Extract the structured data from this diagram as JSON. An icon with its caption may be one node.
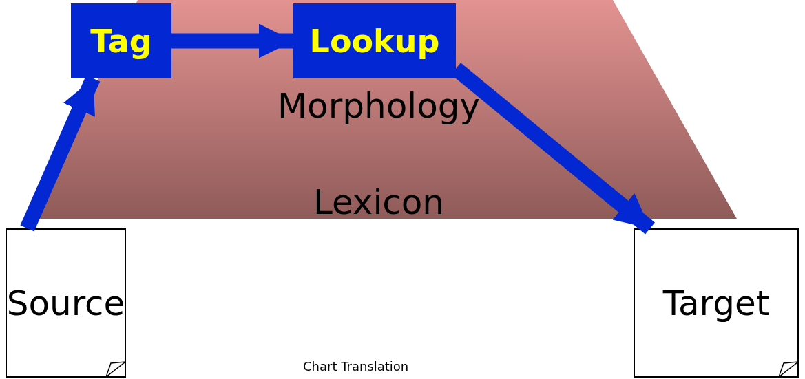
{
  "diagram": {
    "nodes": [
      {
        "text": [
          "Tag"
        ]
      },
      {
        "text": [
          "Lookup"
        ]
      },
      {
        "text": [
          "Source"
        ]
      },
      {
        "text": [
          "Target"
        ]
      }
    ],
    "edges": [
      {
        "from": 2,
        "to": 0,
        "arrow": "to"
      },
      {
        "from": 0,
        "to": 1,
        "arrow": "to"
      },
      {
        "from": 1,
        "to": 3,
        "arrow": "to"
      }
    ],
    "labels": [
      "Morphology",
      "Lexicon",
      "Chart Translation"
    ]
  }
}
